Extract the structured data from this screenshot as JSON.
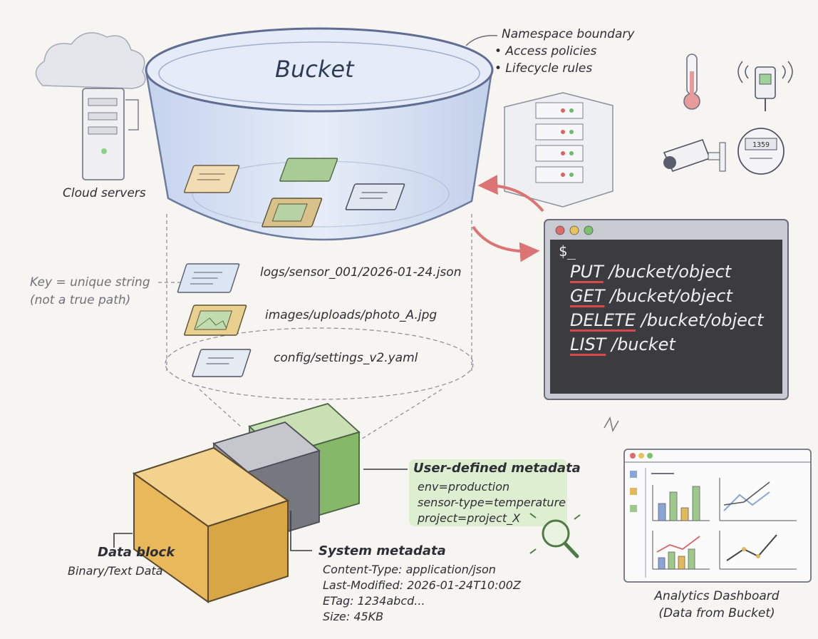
{
  "bucket": {
    "title": "Bucket"
  },
  "bucket_notes": {
    "boundary": "Namespace boundary",
    "policies": "• Access policies",
    "lifecycle": "• Lifecycle rules"
  },
  "cloud": {
    "label": "Cloud servers"
  },
  "keys": {
    "note_line1": "Key = unique string",
    "note_line2": "(not a true path)",
    "items": [
      {
        "name": "logs/sensor_001/2026-01-24.json",
        "icon": "document-icon"
      },
      {
        "name": "images/uploads/photo_A.jpg",
        "icon": "image-icon"
      },
      {
        "name": "config/settings_v2.yaml",
        "icon": "document-icon"
      }
    ]
  },
  "terminal": {
    "prompt": "$_",
    "commands": [
      {
        "verb": "PUT",
        "path": "/bucket/object"
      },
      {
        "verb": "GET",
        "path": "/bucket/object"
      },
      {
        "verb": "DELETE",
        "path": "/bucket/object"
      },
      {
        "verb": "LIST",
        "path": "/bucket"
      }
    ]
  },
  "data_block": {
    "title": "Data block",
    "subtitle": "Binary/Text Data"
  },
  "user_metadata": {
    "title": "User-defined metadata",
    "lines": [
      "env=production",
      "sensor-type=temperature",
      "project=project_X"
    ]
  },
  "system_metadata": {
    "title": "System metadata",
    "lines": [
      "Content-Type: application/json",
      "Last-Modified: 2026-01-24T10:00Z",
      "ETag: 1234abcd...",
      "Size: 45KB"
    ]
  },
  "meter": {
    "display": "1359"
  },
  "dashboard": {
    "title": "Analytics Dashboard",
    "subtitle": "(Data from Bucket)"
  },
  "colors": {
    "bucket": "#c9d6ee",
    "terminal_bg": "#3b3b40",
    "arrow": "#dd7474",
    "data_block": "#e8b85a",
    "system_block": "#8e9095",
    "user_block": "#86b86a",
    "highlight": "#d8ecc7"
  }
}
